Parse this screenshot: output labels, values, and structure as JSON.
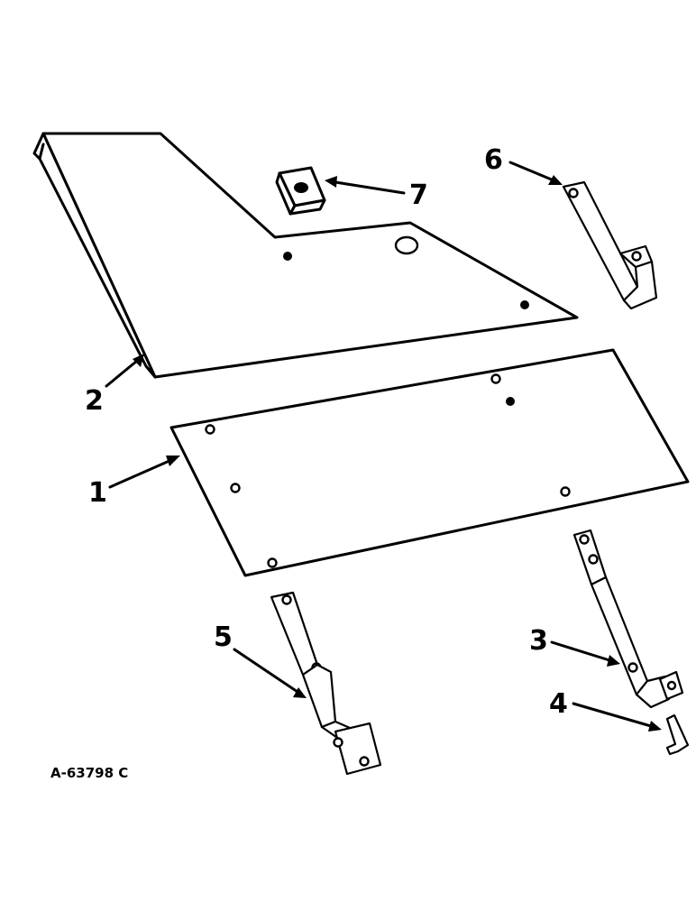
{
  "callouts": {
    "part_1": "1",
    "part_2": "2",
    "part_3": "3",
    "part_4": "4",
    "part_5": "5",
    "part_6": "6",
    "part_7": "7"
  },
  "drawing_number": "A-63798 C"
}
